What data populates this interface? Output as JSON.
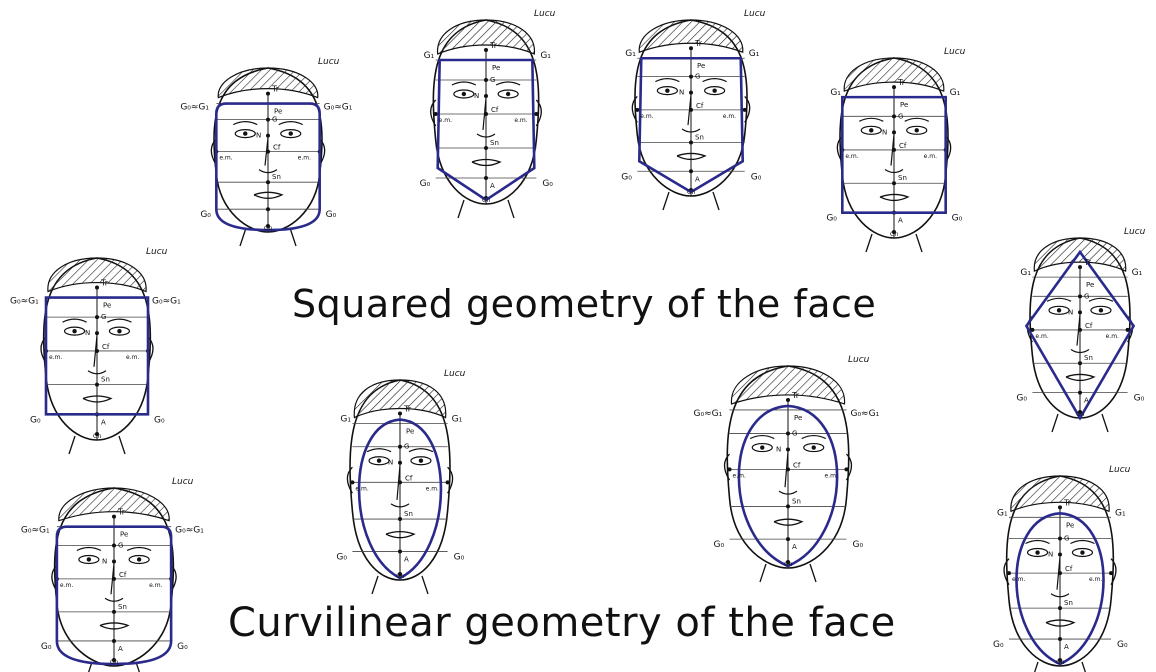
{
  "captions": {
    "squared": "Squared geometry of the face",
    "curvilinear": "Curvilinear geometry of the face"
  },
  "signature": "Lucu",
  "colors": {
    "outline": "#111111",
    "geometry": "#2a2a8c",
    "hair_hatch": "#222222"
  },
  "faces": [
    {
      "id": "face-1",
      "group": "squared",
      "labels": {
        "top": "Tr",
        "gonion_pair": "G₀≈G₁",
        "nasion": "N",
        "glabella": "G",
        "center": "Cf",
        "left_side": "e.m.",
        "right_side": "e.m.",
        "subnasale": "Sn",
        "gonion": "G₀",
        "chin": "Gn",
        "upper": "Pe"
      }
    },
    {
      "id": "face-2",
      "group": "squared",
      "labels": {
        "top": "Tr",
        "gonion_pair": "",
        "nasion": "N",
        "glabella": "G",
        "center": "Cf",
        "left_side": "e.m.",
        "right_side": "e.m.",
        "subnasale": "Sn",
        "gonion": "G₀",
        "chin": "Gn",
        "upper": "Pe",
        "upper_side": "G₁",
        "menton": "A"
      }
    },
    {
      "id": "face-3",
      "group": "squared",
      "labels": {
        "top": "Tr",
        "gonion_pair": "",
        "nasion": "N",
        "glabella": "G",
        "center": "Cf",
        "left_side": "e.m.",
        "right_side": "e.m.",
        "subnasale": "Sn",
        "gonion": "G₀",
        "chin": "Gn",
        "upper": "Pe",
        "upper_side": "G₁",
        "menton": "A"
      }
    },
    {
      "id": "face-4",
      "group": "squared",
      "labels": {
        "top": "Tr",
        "gonion_pair": "",
        "nasion": "N",
        "glabella": "G",
        "center": "Cf",
        "left_side": "e.m.",
        "right_side": "e.m.",
        "subnasale": "Sn",
        "gonion": "G₀",
        "chin": "Gn",
        "upper": "Pe",
        "upper_side": "G₁",
        "menton": "A"
      }
    },
    {
      "id": "face-5",
      "group": "squared",
      "labels": {
        "top": "Tr",
        "gonion_pair": "G₀≈G₁",
        "nasion": "N",
        "glabella": "G",
        "center": "Cf",
        "left_side": "e.m.",
        "right_side": "e.m.",
        "subnasale": "Sn",
        "gonion": "G₀",
        "chin": "Gn",
        "upper": "Pe",
        "menton": "A"
      }
    },
    {
      "id": "face-6",
      "group": "squared",
      "labels": {
        "top": "Tr",
        "gonion_pair": "",
        "nasion": "N",
        "glabella": "G",
        "center": "Cf",
        "left_side": "e.m.",
        "right_side": "e.m.",
        "subnasale": "Sn",
        "gonion": "G₀",
        "chin": "Gn",
        "upper": "Pe",
        "upper_side": "G₁",
        "menton": "A"
      }
    },
    {
      "id": "face-7",
      "group": "curvilinear",
      "labels": {
        "top": "Tr",
        "gonion_pair": "G₀≈G₁",
        "nasion": "N",
        "glabella": "G",
        "center": "Cf",
        "left_side": "e.m.",
        "right_side": "e.m.",
        "subnasale": "Sn",
        "gonion": "G₀",
        "chin": "Gn",
        "upper": "Pe",
        "menton": "A"
      }
    },
    {
      "id": "face-8",
      "group": "curvilinear",
      "labels": {
        "top": "Tr",
        "gonion_pair": "",
        "nasion": "N",
        "glabella": "G",
        "center": "Cf",
        "left_side": "e.m.",
        "right_side": "e.m.",
        "subnasale": "Sn",
        "gonion": "G₀",
        "chin": "Gn",
        "upper": "Pe",
        "upper_side": "G₁",
        "menton": "A"
      }
    },
    {
      "id": "face-9",
      "group": "curvilinear",
      "labels": {
        "top": "Tr",
        "gonion_pair": "G₀≈G₁",
        "nasion": "N",
        "glabella": "G",
        "center": "Cf",
        "left_side": "e.m.",
        "right_side": "e.m.",
        "subnasale": "Sn",
        "gonion": "G₀",
        "chin": "Gn",
        "upper": "Pe",
        "menton": "A"
      }
    },
    {
      "id": "face-10",
      "group": "curvilinear",
      "labels": {
        "top": "Tr",
        "gonion_pair": "",
        "nasion": "N",
        "glabella": "G",
        "center": "Cf",
        "left_side": "e.m.",
        "right_side": "e.m.",
        "subnasale": "Sn",
        "gonion": "G₀",
        "chin": "Gn",
        "upper": "Pe",
        "upper_side": "G₁",
        "menton": "A"
      }
    }
  ]
}
